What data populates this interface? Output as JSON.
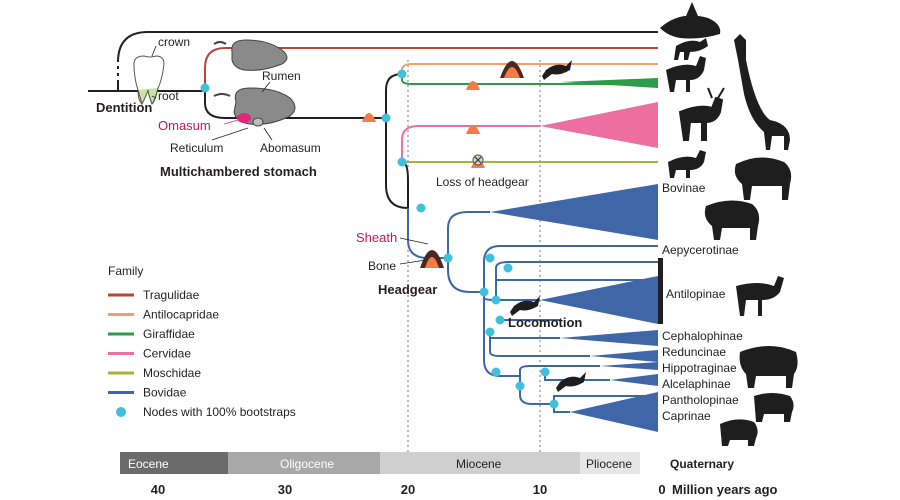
{
  "labels": {
    "crown": "crown",
    "root": "root",
    "dentition": "Dentition",
    "rumen": "Rumen",
    "omasum": "Omasum",
    "reticulum": "Reticulum",
    "abomasum": "Abomasum",
    "multichambered_stomach": "Multichambered stomach",
    "loss_of_headgear": "Loss of headgear",
    "sheath": "Sheath",
    "bone": "Bone",
    "headgear": "Headgear",
    "locomotion": "Locomotion"
  },
  "subfamilies": [
    "Bovinae",
    "Aepycerotinae",
    "Antilopinae",
    "Cephalophinae",
    "Reduncinae",
    "Hippotraginae",
    "Alcelaphinae",
    "Pantholopinae",
    "Caprinae"
  ],
  "legend": {
    "title": "Family",
    "items": [
      {
        "name": "Tragulidae",
        "color": "#b5473a"
      },
      {
        "name": "Antilocapridae",
        "color": "#f0a06e"
      },
      {
        "name": "Giraffidae",
        "color": "#2e9b48"
      },
      {
        "name": "Cervidae",
        "color": "#ec6fa0"
      },
      {
        "name": "Moschidae",
        "color": "#a5b43c"
      },
      {
        "name": "Bovidae",
        "color": "#3f67a8"
      }
    ],
    "node_label": "Nodes with 100% bootstraps",
    "node_color": "#3fc1dc"
  },
  "timescale": {
    "eras": [
      {
        "name": "Eocene",
        "color": "#6b6b6b",
        "text_color": "#ffffff"
      },
      {
        "name": "Oligocene",
        "color": "#a8a8a8",
        "text_color": "#ffffff"
      },
      {
        "name": "Miocene",
        "color": "#cfcfcf",
        "text_color": "#231f20"
      },
      {
        "name": "Pliocene",
        "color": "#e6e6e6",
        "text_color": "#231f20"
      },
      {
        "name": "Quaternary",
        "color": "#ffffff",
        "text_color": "#231f20"
      }
    ],
    "ticks": [
      "40",
      "30",
      "20",
      "10",
      "0"
    ],
    "unit": "Million years ago"
  },
  "colors": {
    "line": "#231f20",
    "trait": "#f47a47",
    "silhouette": "#1e1e1e",
    "highlight": "#e0287a"
  }
}
